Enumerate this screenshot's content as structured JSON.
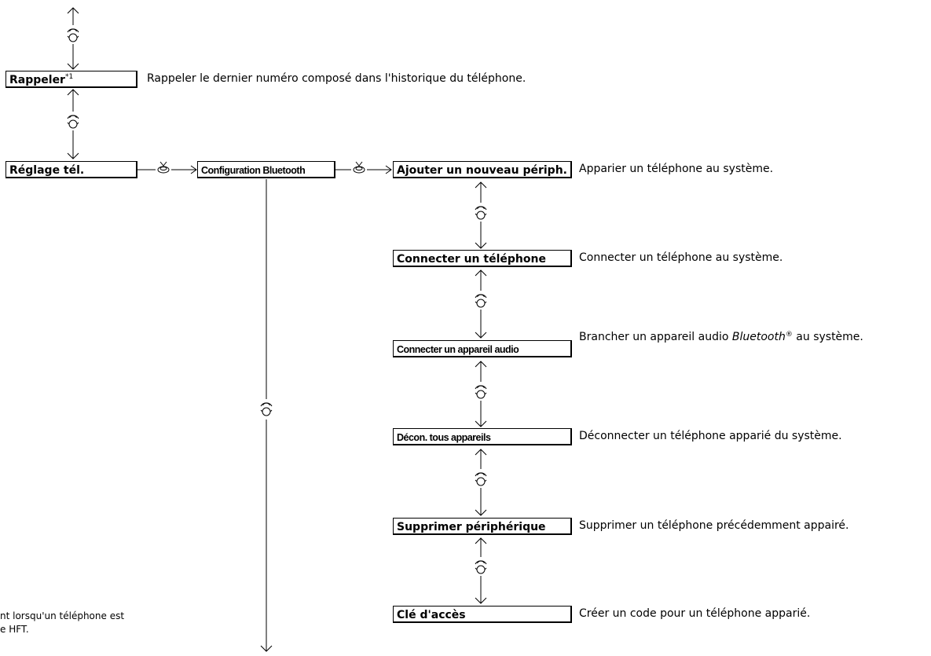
{
  "menu_items": {
    "redial": {
      "label": "Rappeler",
      "note_marker": "*1",
      "description": "Rappeler le dernier numéro composé dans l'historique du téléphone."
    },
    "phone_settings": {
      "label": "Réglage tél."
    },
    "bluetooth_setup": {
      "label": "Configuration Bluetooth"
    },
    "add_new_device": {
      "label": "Ajouter un nouveau périph.",
      "description": "Apparier un téléphone au système."
    },
    "connect_phone": {
      "label": "Connecter un téléphone",
      "description": "Connecter un téléphone au système."
    },
    "connect_audio": {
      "label": "Connecter un appareil audio",
      "description_prefix": "Brancher un appareil audio ",
      "description_brand": "Bluetooth",
      "description_mark": "®",
      "description_suffix": " au système."
    },
    "disconnect_all": {
      "label": "Décon. tous appareils",
      "description": "Déconnecter un téléphone apparié du système."
    },
    "delete_device": {
      "label": "Supprimer périphérique",
      "description": "Supprimer un téléphone précédemment appairé."
    },
    "pass_key": {
      "label": "Clé d'accès",
      "description": "Créer un code pour un téléphone apparié."
    }
  },
  "footnote": {
    "line1": "nt lorsqu'un téléphone est",
    "line2": "e HFT."
  },
  "icons": {
    "rotate": "interface-dial-rotate-icon",
    "press": "interface-dial-press-icon"
  }
}
